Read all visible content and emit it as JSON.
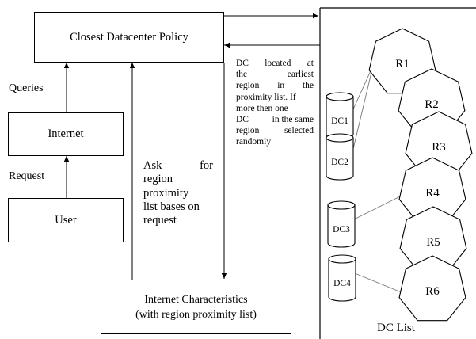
{
  "policy_box": {
    "label": "Closest Datacenter Policy"
  },
  "internet_box": {
    "label": "Internet"
  },
  "user_box": {
    "label": "User"
  },
  "characteristics_box": {
    "line1": "Internet Characteristics",
    "line2": "(with region proximity list)"
  },
  "edge_labels": {
    "queries": "Queries",
    "request": "Request"
  },
  "ask_note": {
    "lines": [
      [
        "Ask",
        "for"
      ],
      [
        "region"
      ],
      [
        "proximity"
      ],
      [
        "list bases on"
      ],
      [
        "request"
      ]
    ]
  },
  "dc_note": {
    "lines": [
      [
        "DC",
        "located",
        "at"
      ],
      [
        "the",
        "earliest"
      ],
      [
        "region",
        "in",
        "the"
      ],
      [
        "proximity list. If"
      ],
      [
        "more then one"
      ],
      [
        "DC",
        "in the same"
      ],
      [
        "region",
        "selected"
      ],
      [
        "randomly"
      ]
    ]
  },
  "dc_list": {
    "title": "DC List",
    "datacenters": [
      "DC1",
      "DC2",
      "DC3",
      "DC4"
    ],
    "regions": [
      "R1",
      "R2",
      "R3",
      "R4",
      "R5",
      "R6"
    ],
    "links": [
      [
        "DC1",
        "R1"
      ],
      [
        "DC2",
        "R1"
      ],
      [
        "DC3",
        "R4"
      ],
      [
        "DC4",
        "R6"
      ]
    ]
  }
}
